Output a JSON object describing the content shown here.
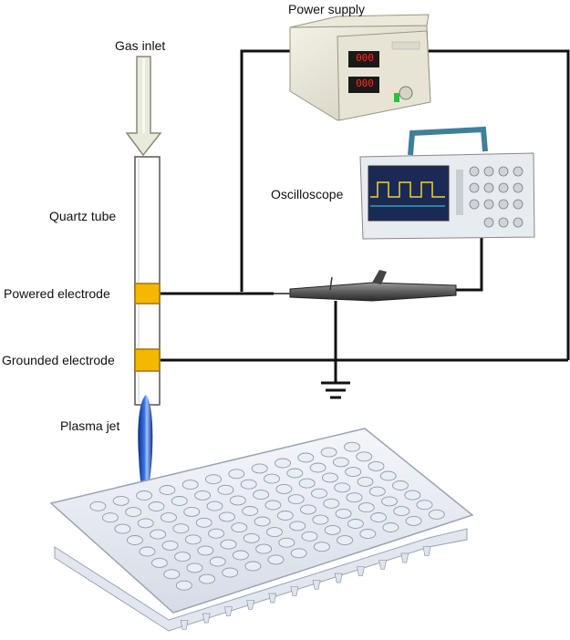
{
  "labels": {
    "gas_inlet": "Gas inlet",
    "power_supply": "Power supply",
    "quartz_tube": "Quartz tube",
    "oscilloscope": "Oscilloscope",
    "powered_electrode": "Powered electrode",
    "grounded_electrode": "Grounded electrode",
    "plasma_jet": "Plasma jet"
  },
  "power_supply_display": {
    "top_readout": "000",
    "bottom_readout": "000"
  },
  "colors": {
    "wire": "#111111",
    "electrode": "#f5b800",
    "plasma": "#1f4fbf",
    "display_led": "#ff2a1a",
    "oscilloscope_handle": "#3f7f9a",
    "arrow_fill": "#e9ead9"
  }
}
